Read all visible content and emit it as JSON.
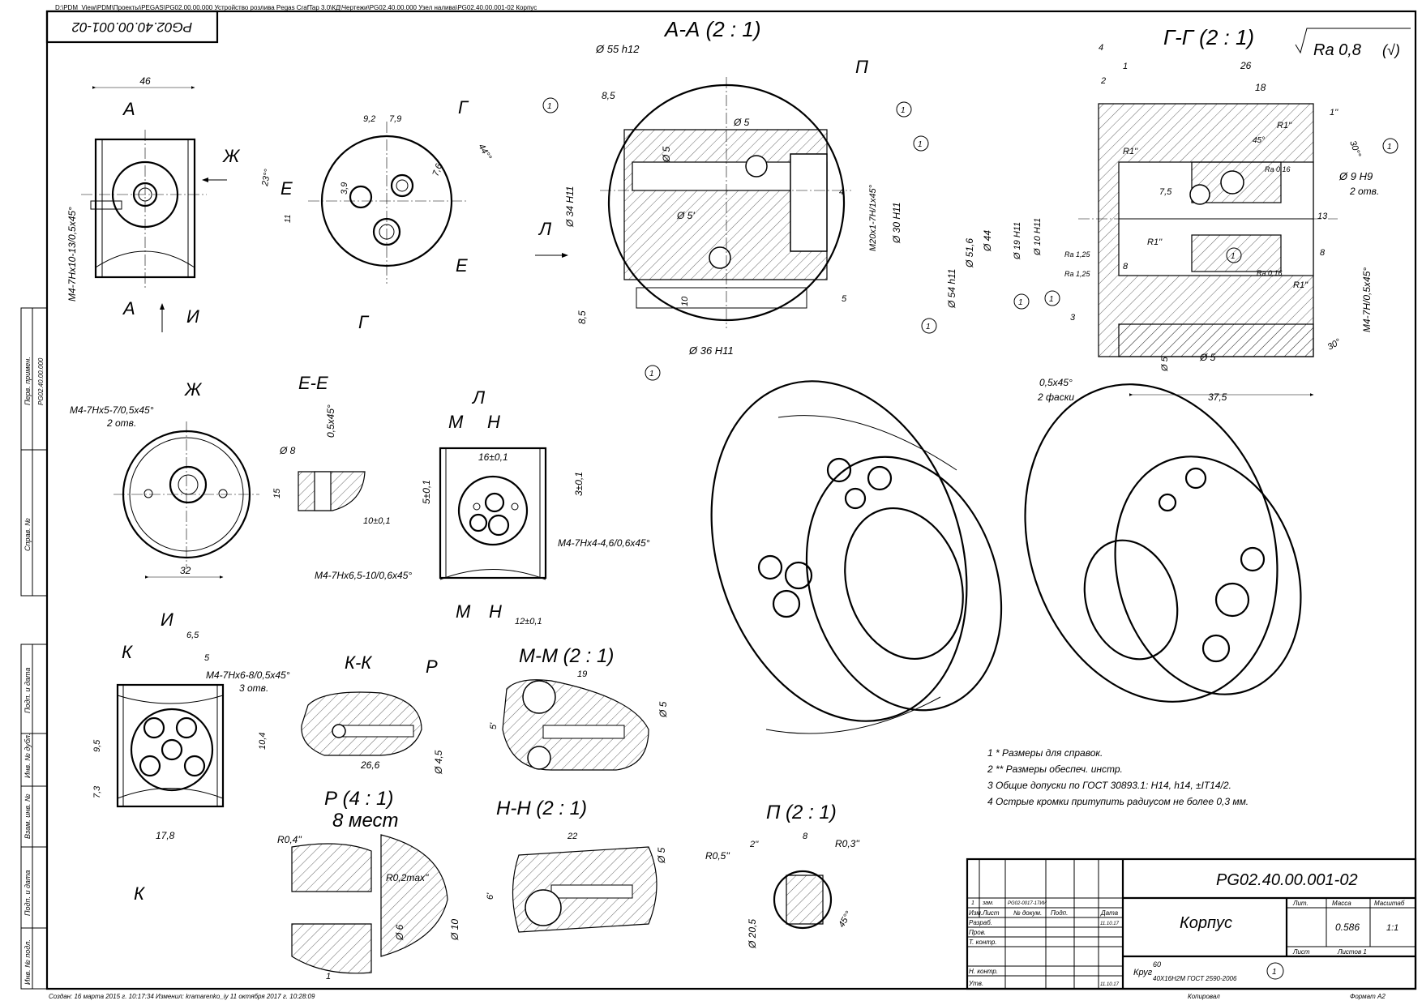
{
  "header": {
    "path": "D:\\PDM_View\\PDM\\Проекты\\PEGAS\\PG02.00.00.000 Устройство розлива Pegas CrafTap 3.0\\КД\\Чертежи\\PG02.40.00.000 Узел налива\\PG02.40.00.001-02 Корпус",
    "mirrored_designation": "PG02.40.00.001-02"
  },
  "left_strip": {
    "perv_primen": "Перв. примен.",
    "perv_primen_value": "PG02.40.00.000",
    "sprav_no": "Справ. №",
    "podp_data_1": "Подп. и дата",
    "inv_dubl": "Инв. № дубл.",
    "vzam_inv": "Взам. инв. №",
    "podp_data_2": "Подп. и дата",
    "inv_podl": "Инв. № подл."
  },
  "sections": {
    "aa": "А-А (2 : 1)",
    "gg": "Г-Г (2 : 1)",
    "zh": "Ж",
    "ee": "Е-Е",
    "l": "Л",
    "i": "И",
    "kk": "К-К",
    "mm": "М-М (2 : 1)",
    "r": "Р (4 : 1)",
    "r_sub": "8 мест",
    "nn": "Н-Н (2 : 1)",
    "p": "П (2 : 1)",
    "roughness": "Ra 0,8",
    "roughness_sym": "(√)"
  },
  "letters": {
    "a": "А",
    "g": "Г",
    "zh": "Ж",
    "e": "Е",
    "i": "И",
    "l": "Л",
    "p": "П",
    "m": "М",
    "n": "Н",
    "k": "К",
    "r": "Р"
  },
  "dims": {
    "d46": "46",
    "m4_10": "M4-7Hx10-13/0,5x45°",
    "d9_2": "9,2",
    "d7_9": "7,9",
    "d7_6": "7,6",
    "d3_9": "3,9",
    "d11": "11",
    "a23": "23°°",
    "a44": "44°°",
    "aa_55": "Ø 55 h12",
    "aa_8_5": "8,5",
    "aa_34": "Ø 34 H11",
    "aa_5": "Ø 5",
    "aa_5a": "Ø 5'",
    "aa_5b": "Ø 5",
    "aa_m20": "M20x1-7H/1x45°",
    "aa_30": "Ø 30 H11",
    "aa_4": "4",
    "aa_10": "10",
    "aa_8_5b": "8,5",
    "aa_5c": "5",
    "aa_36": "Ø 36 H11",
    "gg_4": "4",
    "gg_1": "1",
    "gg_2": "2",
    "gg_26": "26",
    "gg_18": "18",
    "gg_1pp": "1''",
    "gg_r1": "R1''",
    "gg_45": "45°",
    "gg_30": "30°",
    "gg_ra016": "Ra 0,16",
    "gg_9h9": "Ø 9 H9",
    "gg_2otv": "2 отв.",
    "gg_r1b": "R1''",
    "gg_30b": "30°°",
    "gg_30c": "30°",
    "gg_7_5": "7,5",
    "gg_54": "Ø 54 h11",
    "gg_51_6": "Ø 51,6",
    "gg_44": "Ø 44",
    "gg_19": "Ø 19 H11",
    "gg_10": "Ø 10 H11",
    "gg_ra125a": "Ra 1,25",
    "gg_ra125b": "Ra 1,25",
    "gg_8": "8",
    "gg_r1c": "R1''",
    "gg_13": "13",
    "gg_8b": "8",
    "gg_ra016b": "Ra 0,16",
    "gg_r1d": "R1''",
    "gg_m4": "M4-7H/0,5x45°",
    "gg_3": "3",
    "gg_5": "Ø 5",
    "gg_5b": "Ø 5",
    "gg_chamfer": "0,5x45°",
    "gg_2fas": "2 фаски",
    "gg_37_5": "37,5",
    "zh_m4": "M4-7Hx5-7/0,5x45°",
    "zh_2otv": "2 отв.",
    "zh_32": "32",
    "ee_8": "Ø 8",
    "ee_05": "0,5x45°",
    "ee_15": "15",
    "ee_10": "10±0,1",
    "l_16": "16±0,1",
    "l_5": "5±0,1",
    "l_3": "3±0,1",
    "l_m4a": "M4-7Hx4-4,6/0,6x45°",
    "l_m4b": "M4-7Hx6,5-10/0,6x45°",
    "l_12": "12±0,1",
    "i_6_5": "6,5",
    "i_5": "5",
    "i_m4": "M4-7Hx6-8/0,5x45°",
    "i_3otv": "3 отв.",
    "i_9_5": "9,5",
    "i_10_4": "10,4",
    "i_7_3": "7,3",
    "i_17_8": "17,8",
    "kk_26_6": "26,6",
    "kk_4_5": "Ø 4,5",
    "mm_19": "19",
    "mm_5": "5'",
    "mm_5b": "Ø 5",
    "r_04": "R0,4''",
    "r_02": "R0,2max''",
    "r_6": "Ø 6",
    "r_10": "Ø 10",
    "r_1": "1",
    "nn_22": "22",
    "nn_6": "6'",
    "nn_5": "Ø 5",
    "p_2": "2''",
    "p_8": "8",
    "p_r03": "R0,3''",
    "p_r05": "R0,5''",
    "p_20_5": "Ø 20,5",
    "p_45": "45°°",
    "circle1": "1"
  },
  "notes": [
    "1  * Размеры для справок.",
    "2  ** Размеры обеспеч. инстр.",
    "3  Общие допуски по ГОСТ 30893.1: H14, h14, ±IT14/2.",
    "4  Острые кромки притупить радиусом не более 0,3 мм."
  ],
  "title_block": {
    "designation": "PG02.40.00.001-02",
    "name": "Корпус",
    "material_prefix": "Круг",
    "material_size": "60",
    "material_spec": "40Х16Н2М ГОСТ 2590-2006",
    "lit": "Лит.",
    "massa": "Масса",
    "masshtab": "Масштаб",
    "mass_value": "0.586",
    "scale_value": "1:1",
    "list": "Лист",
    "listov": "Листов 1",
    "izm": "Изм.",
    "list_col": "Лист",
    "doc_no": "№ докум.",
    "podp": "Подп.",
    "data": "Дата",
    "change_row_num": "1",
    "change_row_zam": "зам.",
    "change_row_doc": "PG02-0017-17ИИ",
    "razrab": "Разраб.",
    "prov": "Пров.",
    "tkontr": "Т. контр.",
    "nkontr": "Н. контр.",
    "utv": "Утв.",
    "date_a": "11.10.17",
    "date_b": "11.10.17",
    "date_c": "11.10.17",
    "kopiroval": "Копировал",
    "format": "Формат A2"
  },
  "footer": {
    "created": "Создан: 16 марта 2015 г. 10:17:34  Изменил: kramarenko_iy 11 октября 2017 г. 10:28:09"
  }
}
